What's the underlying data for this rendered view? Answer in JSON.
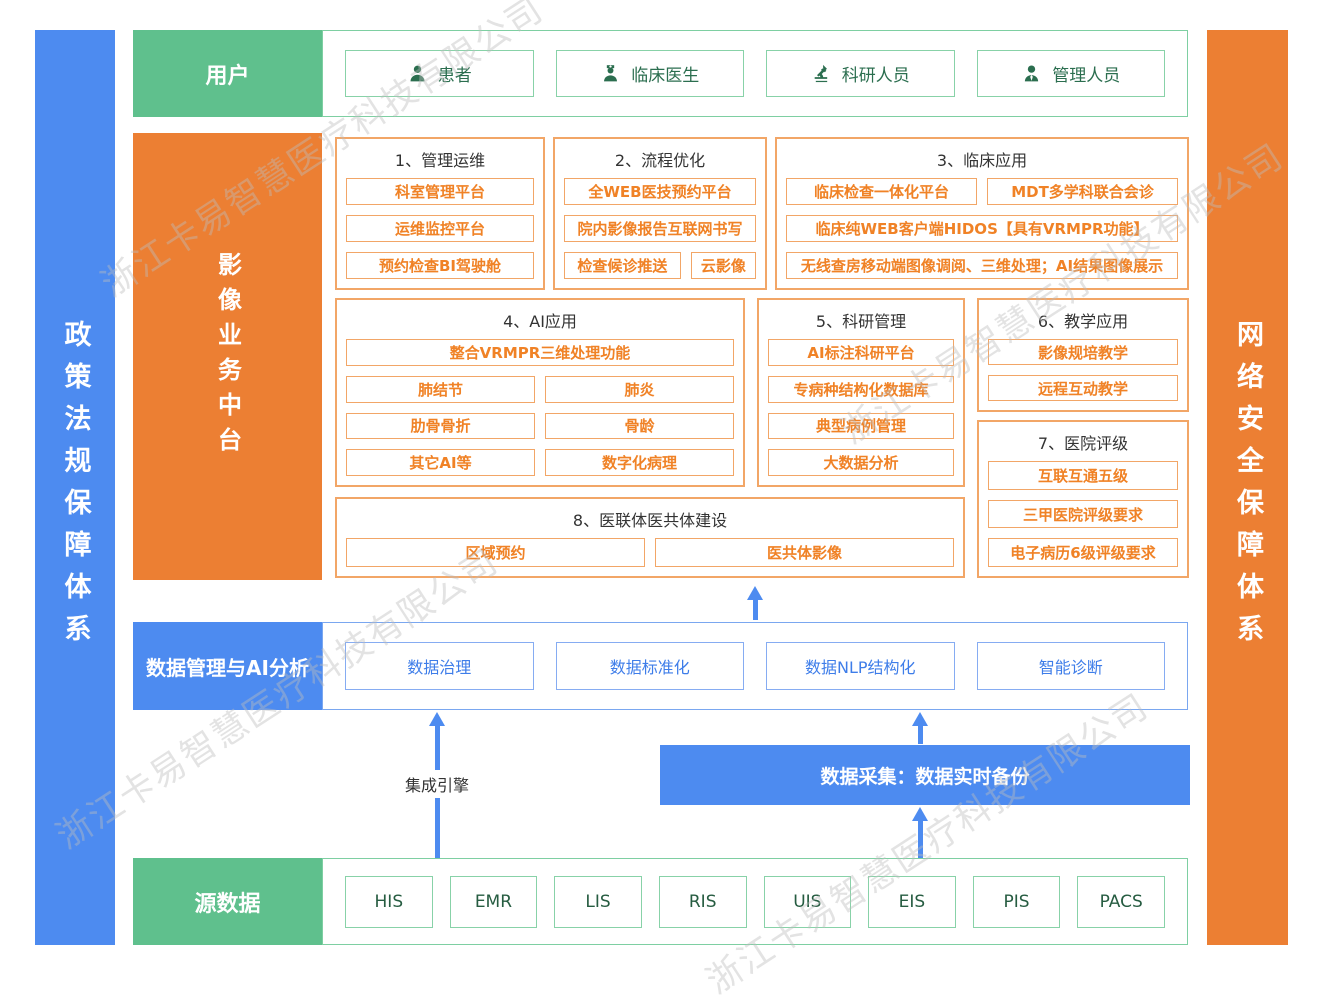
{
  "watermark": "浙江卡易智慧医疗科技有限公司",
  "sidebars": {
    "left": "政策法规保障体系",
    "right": "网络安全保障体系"
  },
  "users_row": {
    "label": "用户",
    "items": [
      {
        "label": "患者",
        "icon": "patient-icon"
      },
      {
        "label": "临床医生",
        "icon": "doctor-icon"
      },
      {
        "label": "科研人员",
        "icon": "microscope-icon"
      },
      {
        "label": "管理人员",
        "icon": "manager-icon"
      }
    ]
  },
  "platform": {
    "label": "影像业务中台",
    "groups": [
      {
        "title": "1、管理运维",
        "rows": [
          [
            "科室管理平台"
          ],
          [
            "运维监控平台"
          ],
          [
            "预约检查BI驾驶舱"
          ]
        ]
      },
      {
        "title": "2、流程优化",
        "rows": [
          [
            "全WEB医技预约平台"
          ],
          [
            "院内影像报告互联网书写"
          ],
          [
            {
              "label": "检查候诊推送",
              "flex": 2
            },
            {
              "label": "云影像",
              "flex": 1
            }
          ]
        ]
      },
      {
        "title": "3、临床应用",
        "rows": [
          [
            "临床检查一体化平台",
            "MDT多学科联合会诊"
          ],
          [
            "临床纯WEB客户端HIDOS【具有VRMPR功能】"
          ],
          [
            "无线查房移动端图像调阅、三维处理；AI结果图像展示"
          ]
        ]
      },
      {
        "title": "4、AI应用",
        "rows": [
          [
            "整合VRMPR三维处理功能"
          ],
          [
            "肺结节",
            "肺炎"
          ],
          [
            "肋骨骨折",
            "骨龄"
          ],
          [
            "其它AI等",
            "数字化病理"
          ]
        ]
      },
      {
        "title": "5、科研管理",
        "rows": [
          [
            "AI标注科研平台"
          ],
          [
            "专病种结构化数据库"
          ],
          [
            "典型病例管理"
          ],
          [
            "大数据分析"
          ]
        ]
      },
      {
        "title": "6、教学应用",
        "rows": [
          [
            "影像规培教学"
          ],
          [
            "远程互动教学"
          ]
        ]
      },
      {
        "title": "7、医院评级",
        "rows": [
          [
            "互联互通五级"
          ],
          [
            "三甲医院评级要求"
          ],
          [
            "电子病历6级评级要求"
          ]
        ]
      },
      {
        "title": "8、医联体医共体建设",
        "rows": [
          [
            "区域预约",
            "医共体影像"
          ]
        ]
      }
    ]
  },
  "data_mgmt_row": {
    "label": "数据管理与AI分析",
    "items": [
      "数据治理",
      "数据标准化",
      "数据NLP结构化",
      "智能诊断"
    ]
  },
  "integration_engine_label": "集成引擎",
  "data_collection_label": "数据采集：数据实时备份",
  "source_row": {
    "label": "源数据",
    "items": [
      "HIS",
      "EMR",
      "LIS",
      "RIS",
      "UIS",
      "EIS",
      "PIS",
      "PACS"
    ]
  },
  "colors": {
    "green": "#5fc08d",
    "orange": "#ec7f33",
    "blue": "#4d8bf0",
    "orange_box_border": "#f2a667",
    "orange_text": "#f08226",
    "green_box_border": "#88d2a8",
    "blue_box_border": "#86acf2",
    "blue_text": "#3e7de9",
    "dark_green_text": "#2b6e4f"
  }
}
